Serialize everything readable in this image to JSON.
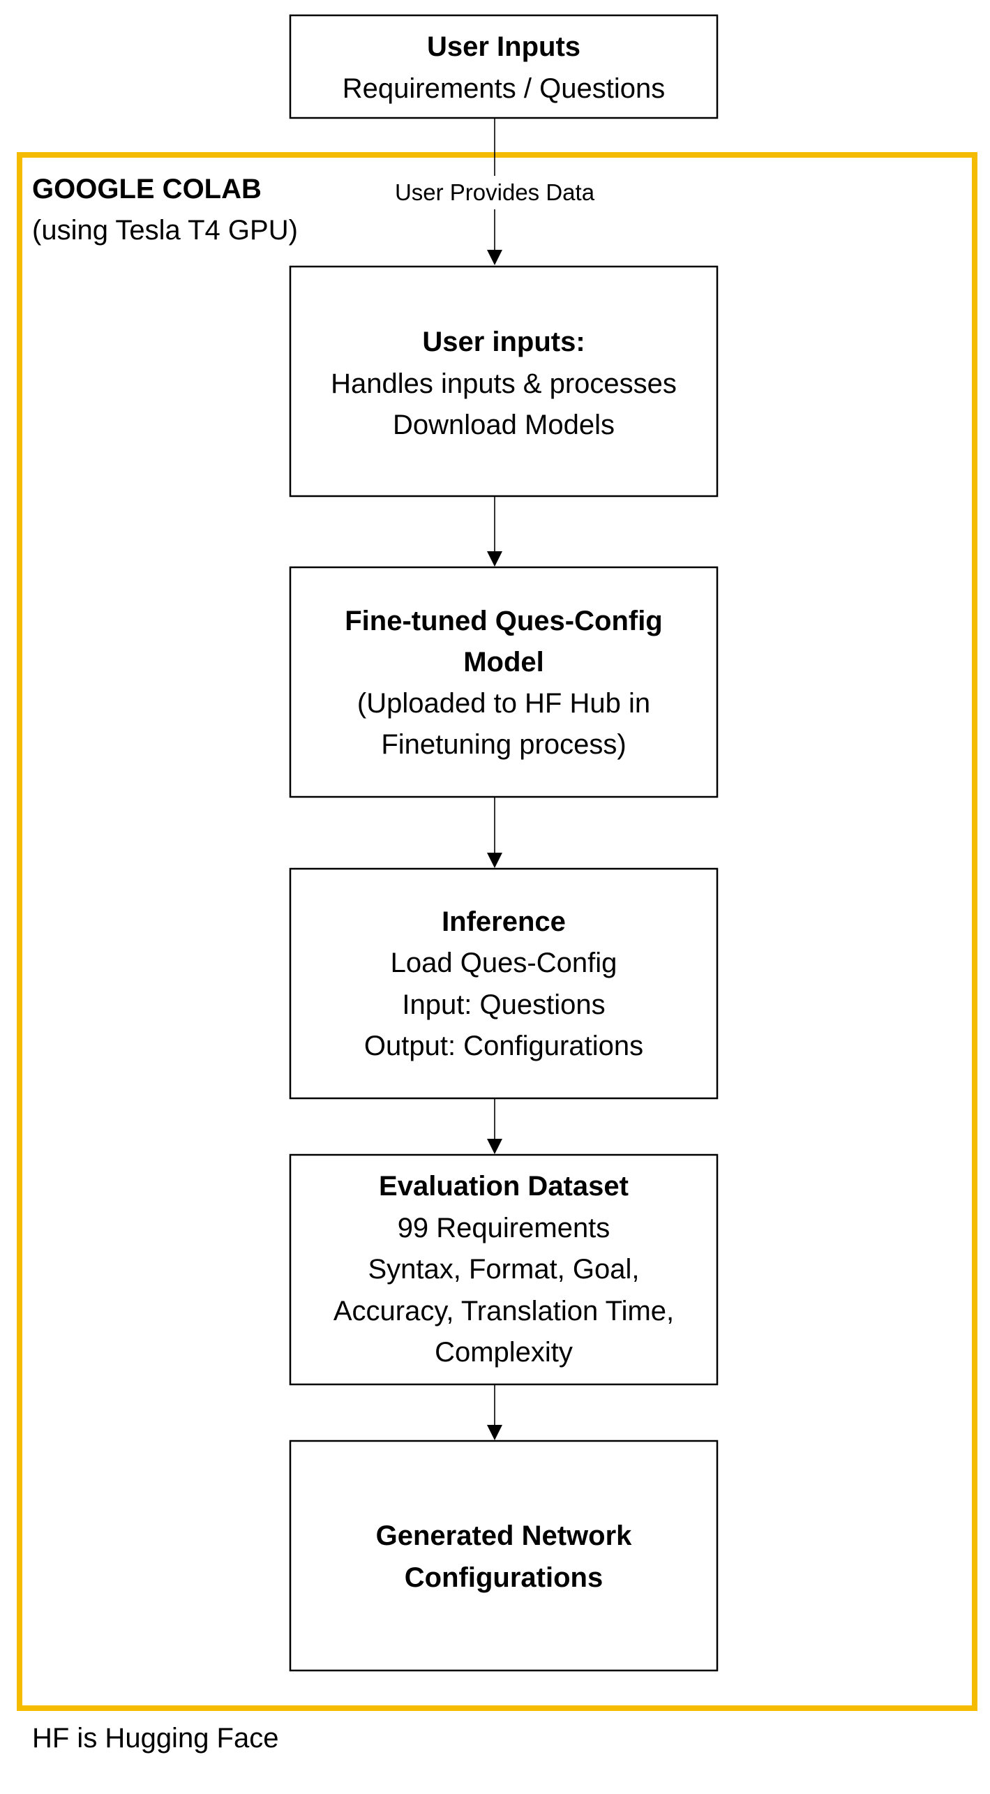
{
  "container": {
    "title": "GOOGLE COLAB",
    "subtitle": "(using Tesla T4 GPU)"
  },
  "nodes": [
    {
      "id": "user-inputs-top",
      "title": "User Inputs",
      "body": [
        "Requirements / Questions"
      ]
    },
    {
      "id": "user-inputs-handler",
      "title": "User inputs:",
      "body": [
        "Handles inputs & processes",
        "Download Models"
      ]
    },
    {
      "id": "fine-tuned-model",
      "title": "Fine-tuned Ques-Config",
      "title2": "Model",
      "body": [
        "(Uploaded to HF Hub in",
        "Finetuning process)"
      ]
    },
    {
      "id": "inference",
      "title": "Inference",
      "body": [
        "Load Ques-Config",
        "Input: Questions",
        "Output: Configurations"
      ]
    },
    {
      "id": "evaluation-dataset",
      "title": "Evaluation Dataset",
      "body": [
        "99 Requirements",
        "Syntax, Format, Goal,",
        "Accuracy, Translation Time,",
        "Complexity"
      ]
    },
    {
      "id": "generated-configs",
      "title": "Generated Network",
      "title2": "Configurations",
      "body": []
    }
  ],
  "edges": [
    {
      "from": "user-inputs-top",
      "to": "user-inputs-handler",
      "label": "User Provides Data"
    },
    {
      "from": "user-inputs-handler",
      "to": "fine-tuned-model",
      "label": ""
    },
    {
      "from": "fine-tuned-model",
      "to": "inference",
      "label": ""
    },
    {
      "from": "inference",
      "to": "evaluation-dataset",
      "label": ""
    },
    {
      "from": "evaluation-dataset",
      "to": "generated-configs",
      "label": ""
    }
  ],
  "footnote": "HF is Hugging Face"
}
